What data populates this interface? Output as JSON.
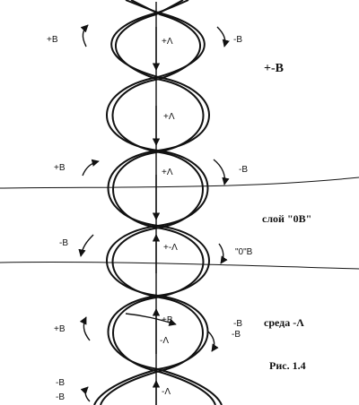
{
  "labels": {
    "plus_b_1": "+B",
    "plus_lambda_1": "+Λ",
    "minus_b_1": "-B",
    "plus_minus_b": "+-B",
    "plus_lambda_2": "+Λ",
    "plus_b_2": "+B",
    "plus_lambda_3": "+Λ",
    "minus_b_2": "-B",
    "layer_0b": "слой \"0B\"",
    "minus_b_3": "-B",
    "plus_minus_lambda": "+-Λ",
    "zero_b": "\"0\"B",
    "plus_b_3": "+B",
    "plus_b_4": "+B",
    "minus_b_4": "-B",
    "minus_b_5": "-B",
    "medium_minus_lambda": "среда -Λ",
    "minus_lambda_1": "-Λ",
    "fig_caption": "Рис. 1.4",
    "minus_b_6": "-B",
    "minus_b_7": "-B",
    "minus_lambda_2": "-Λ"
  }
}
